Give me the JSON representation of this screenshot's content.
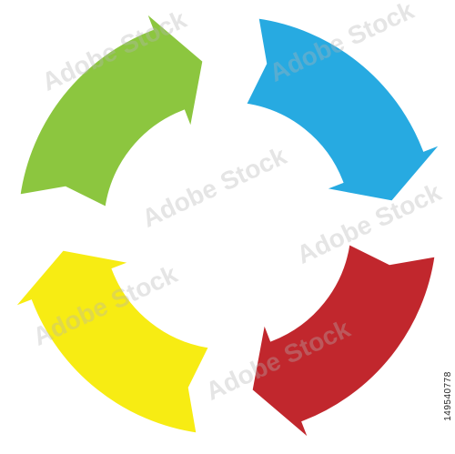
{
  "diagram": {
    "arrows": [
      {
        "id": "green",
        "color": "#8cc63f"
      },
      {
        "id": "blue",
        "color": "#27aae1"
      },
      {
        "id": "red",
        "color": "#c1272d"
      },
      {
        "id": "yellow",
        "color": "#f7ec13"
      }
    ]
  },
  "watermark": {
    "text": "Adobe Stock"
  },
  "stock_id": "149540778"
}
